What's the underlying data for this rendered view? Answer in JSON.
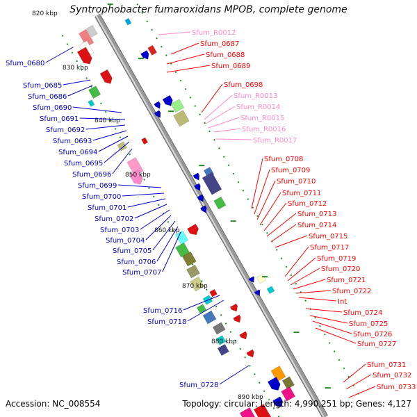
{
  "title": "Syntrophobacter fumaroxidans MPOB, complete genome",
  "footer": {
    "accession": "Accession: NC_008554",
    "topology": "Topology: circular; Length: 4,990,251 bp; Genes: 4,127"
  },
  "colors": {
    "backbone": "#9a9a9a",
    "kbp_tick": "#1f8a1f",
    "left_label": "#0000cc",
    "right_label": "#ff0000",
    "rna_label": "#ff88cc"
  },
  "kbp_marks": [
    "820 kbp",
    "830 kbp",
    "840 kbp",
    "850 kbp",
    "860 kbp",
    "870 kbp",
    "880 kbp",
    "890 kbp"
  ],
  "left_labels": [
    "Sfum_0680",
    "Sfum_0685",
    "Sfum_0686",
    "Sfum_0690",
    "Sfum_0691",
    "Sfum_0692",
    "Sfum_0693",
    "Sfum_0694",
    "Sfum_0695",
    "Sfum_0696",
    "Sfum_0699",
    "Sfum_0700",
    "Sfum_0701",
    "Sfum_0702",
    "Sfum_0703",
    "Sfum_0704",
    "Sfum_0705",
    "Sfum_0706",
    "Sfum_0707",
    "Sfum_0716",
    "Sfum_0718",
    "Sfum_0728"
  ],
  "right_labels": [
    "Sfum_R0012",
    "Sfum_0687",
    "Sfum_0688",
    "Sfum_0689",
    "Sfum_0698",
    "Sfum_R0013",
    "Sfum_R0014",
    "Sfum_R0015",
    "Sfum_R0016",
    "Sfum_R0017",
    "Sfum_0708",
    "Sfum_0709",
    "Sfum_0710",
    "Sfum_0711",
    "Sfum_0712",
    "Sfum_0713",
    "Sfum_0714",
    "Sfum_0715",
    "Sfum_0717",
    "Sfum_0719",
    "Sfum_0720",
    "Sfum_0721",
    "Sfum_0722",
    "Int",
    "Sfum_0724",
    "Sfum_0725",
    "Sfum_0726",
    "Sfum_0727",
    "Sfum_0731",
    "Sfum_0732",
    "Sfum_0733"
  ],
  "right_label_types": [
    "rna",
    "gene",
    "gene",
    "gene",
    "gene",
    "rna",
    "rna",
    "rna",
    "rna",
    "rna",
    "gene",
    "gene",
    "gene",
    "gene",
    "gene",
    "gene",
    "gene",
    "gene",
    "gene",
    "gene",
    "gene",
    "gene",
    "gene",
    "gene",
    "gene",
    "gene",
    "gene",
    "gene",
    "gene",
    "gene",
    "gene"
  ]
}
